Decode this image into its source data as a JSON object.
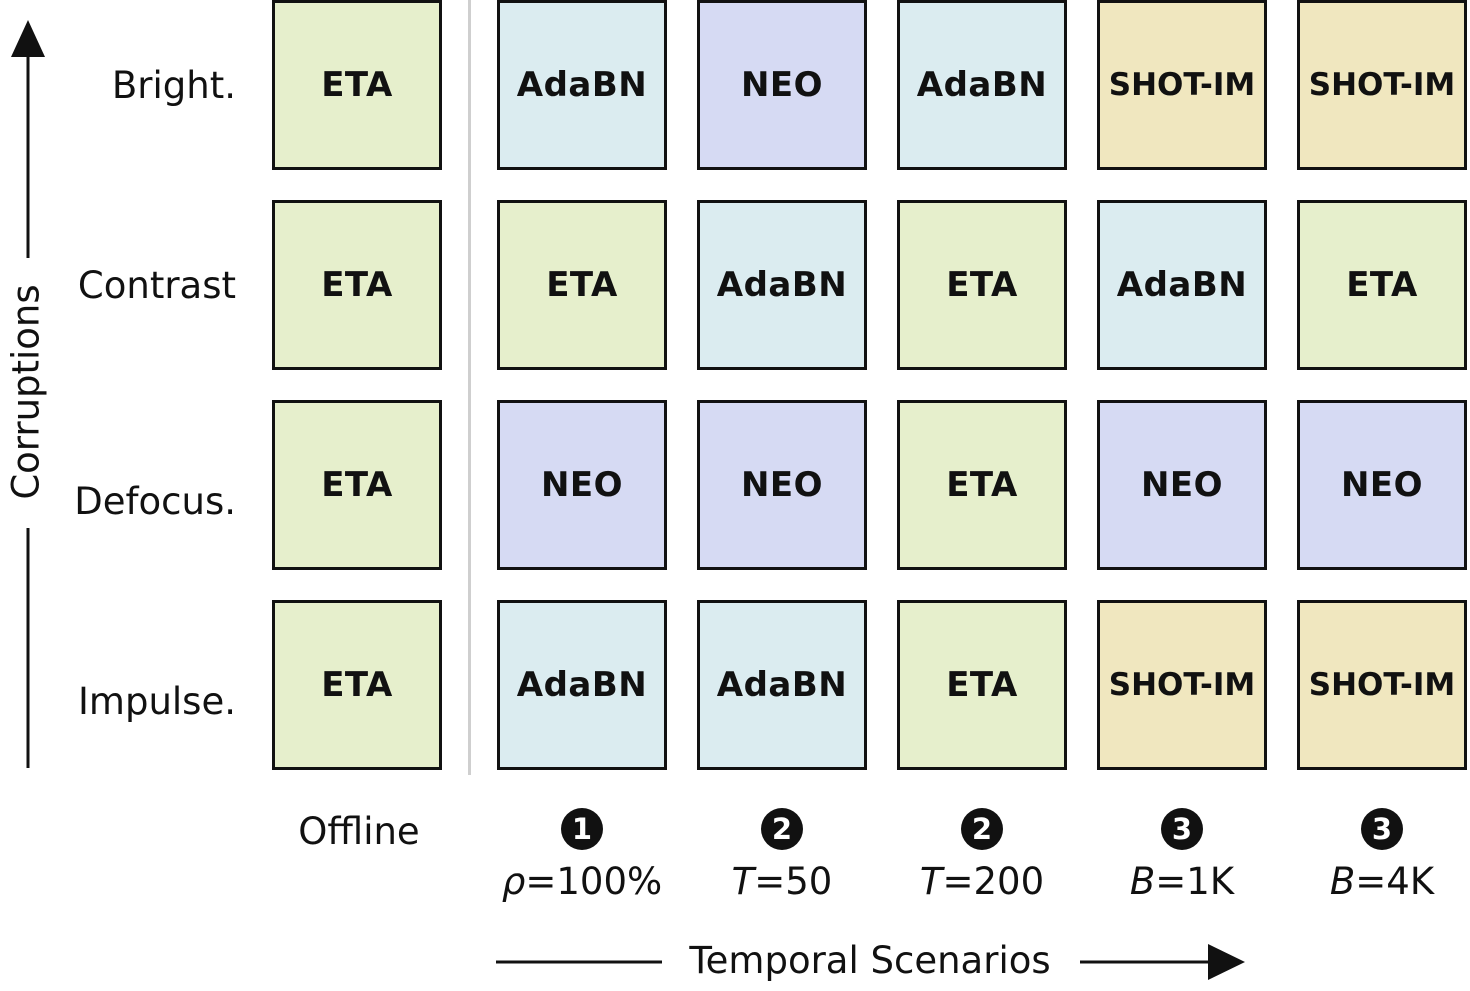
{
  "figure": {
    "y_axis_title": "Corruptions",
    "x_axis_title": "Temporal Scenarios",
    "offline_label": "Offline",
    "rows": [
      "Bright.",
      "Contrast",
      "Defocus.",
      "Impulse."
    ],
    "columns": [
      {
        "badge": "❶",
        "param_var": "ρ",
        "param_val": "=100%"
      },
      {
        "badge": "❷",
        "param_var": "T",
        "param_val": "=50"
      },
      {
        "badge": "❷",
        "param_var": "T",
        "param_val": "=200"
      },
      {
        "badge": "❸",
        "param_var": "B",
        "param_val": "=1K"
      },
      {
        "badge": "❸",
        "param_var": "B",
        "param_val": "=4K"
      }
    ],
    "offline_cells": [
      "ETA",
      "ETA",
      "ETA",
      "ETA"
    ],
    "cells": [
      [
        "AdaBN",
        "NEO",
        "AdaBN",
        "SHOT-IM",
        "SHOT-IM"
      ],
      [
        "ETA",
        "AdaBN",
        "ETA",
        "AdaBN",
        "ETA"
      ],
      [
        "NEO",
        "NEO",
        "ETA",
        "NEO",
        "NEO"
      ],
      [
        "AdaBN",
        "AdaBN",
        "ETA",
        "SHOT-IM",
        "SHOT-IM"
      ]
    ],
    "method_colors": {
      "ETA": "#e6efcc",
      "AdaBN": "#dbecf0",
      "NEO": "#d6daf3",
      "SHOT-IM": "#f0e7bf"
    }
  }
}
